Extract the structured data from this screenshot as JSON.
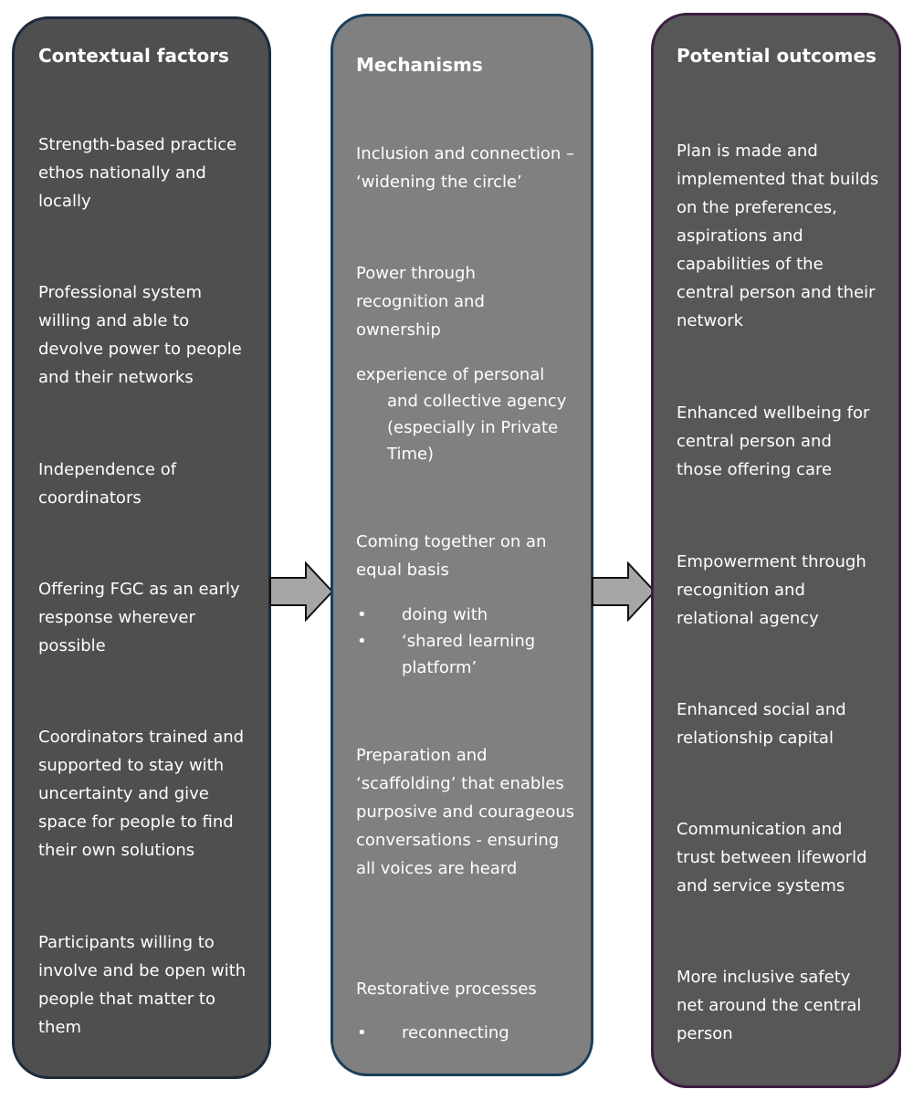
{
  "columns": {
    "context": {
      "title": "Contextual factors",
      "items": [
        "Strength-based practice ethos nationally and locally",
        "Professional system willing and able to devolve power to people and their networks",
        "Independence of coordinators",
        "Offering FGC as an early response wherever possible",
        "Coordinators trained and supported to stay with uncertainty and give space for people to find their own solutions",
        "Participants willing to involve and be open with people that matter to them"
      ]
    },
    "mechanisms": {
      "title": "Mechanisms",
      "inclusion": "Inclusion and connection – ‘widening the circle’",
      "power": "Power through recognition and ownership",
      "agency_first": "experience of personal",
      "agency_rest": "and collective agency (especially in Private Time)",
      "equal": "Coming together on an equal basis",
      "equal_bullets": [
        "doing with",
        "‘shared learning platform’"
      ],
      "preparation": "Preparation and ‘scaffolding’ that enables purposive and courageous conversations - ensuring all voices are heard",
      "restorative": "Restorative processes",
      "restorative_bullets": [
        "reconnecting"
      ],
      "bullet_symbol": "•"
    },
    "outcomes": {
      "title": "Potential outcomes",
      "items": [
        "Plan is made and implemented that builds on the preferences, aspirations and capabilities of the central person and their network",
        "Enhanced wellbeing for central person and those offering care",
        "Empowerment through recognition and relational agency",
        "Enhanced social and relationship capital",
        "Communication and trust between lifeworld and service systems",
        "More inclusive safety net around the central person"
      ]
    }
  },
  "colors": {
    "context_fill": "#4f4f4f",
    "mechanisms_fill": "#808080",
    "outcomes_fill": "#575757",
    "arrow_fill": "#a6a6a6"
  }
}
